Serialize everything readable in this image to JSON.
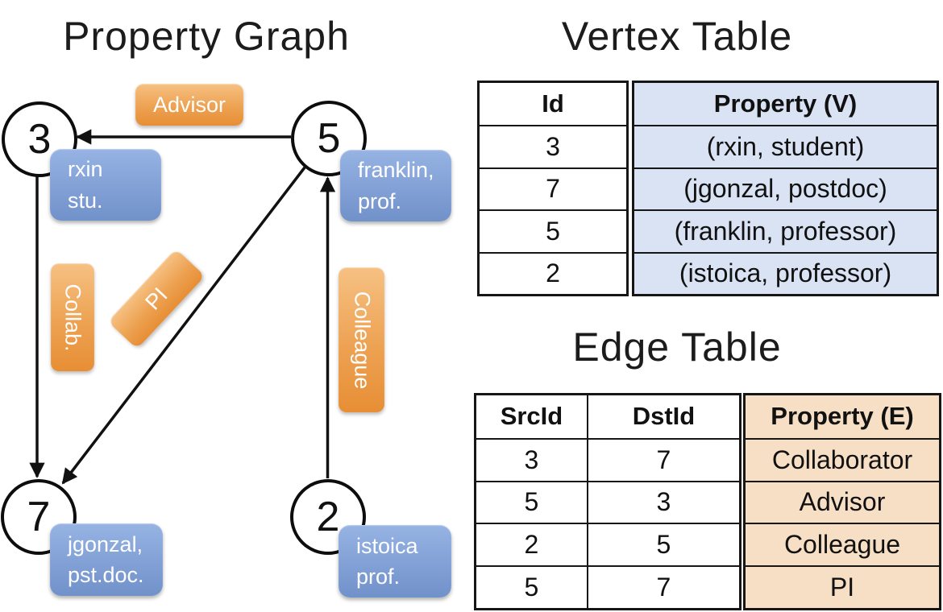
{
  "graph": {
    "title": "Property Graph",
    "vertices": [
      {
        "id": "3",
        "label_lines": [
          "rxin",
          "stu."
        ]
      },
      {
        "id": "5",
        "label_lines": [
          "franklin,",
          "prof."
        ]
      },
      {
        "id": "7",
        "label_lines": [
          "jgonzal,",
          "pst.doc."
        ]
      },
      {
        "id": "2",
        "label_lines": [
          "istoica",
          "prof."
        ]
      }
    ],
    "edge_labels": [
      {
        "text": "Advisor"
      },
      {
        "text": "Collab."
      },
      {
        "text": "PI"
      },
      {
        "text": "Colleague"
      }
    ]
  },
  "vertex_table": {
    "title": "Vertex Table",
    "columns": [
      "Id",
      "Property (V)"
    ],
    "rows": [
      {
        "id": "3",
        "property": "(rxin, student)"
      },
      {
        "id": "7",
        "property": "(jgonzal, postdoc)"
      },
      {
        "id": "5",
        "property": "(franklin, professor)"
      },
      {
        "id": "2",
        "property": "(istoica, professor)"
      }
    ]
  },
  "edge_table": {
    "title": "Edge Table",
    "columns": [
      "SrcId",
      "DstId",
      "Property (E)"
    ],
    "rows": [
      {
        "src": "3",
        "dst": "7",
        "property": "Collaborator"
      },
      {
        "src": "5",
        "dst": "3",
        "property": "Advisor"
      },
      {
        "src": "2",
        "dst": "5",
        "property": "Colleague"
      },
      {
        "src": "5",
        "dst": "7",
        "property": "PI"
      }
    ]
  },
  "colors": {
    "edge_label_orange_top": "#f6c183",
    "edge_label_orange_bottom": "#e78e35",
    "vertex_box_blue_top": "#96b3e3",
    "vertex_box_blue_bottom": "#7191ca",
    "vertex_table_fill": "#d9e3f4",
    "edge_table_fill": "#f6dfc4",
    "line_color": "#111111"
  }
}
